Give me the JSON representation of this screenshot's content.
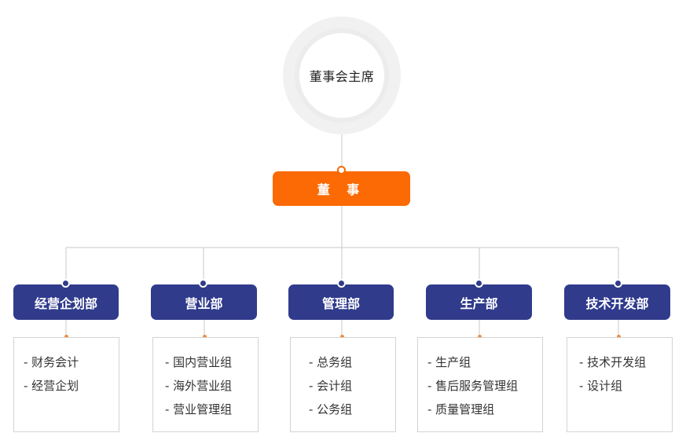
{
  "chairman": {
    "label": "董事会主席"
  },
  "director": {
    "label": "董 事"
  },
  "departments": [
    {
      "label": "经营企划部",
      "items": [
        "- 财务会计",
        "- 经营企划"
      ]
    },
    {
      "label": "营业部",
      "items": [
        "- 国内营业组",
        "- 海外营业组",
        "- 营业管理组"
      ]
    },
    {
      "label": "管理部",
      "items": [
        "- 总务组",
        "- 会计组",
        "- 公务组"
      ]
    },
    {
      "label": "生产部",
      "items": [
        "- 生产组",
        "- 售后服务管理组",
        "- 质量管理组"
      ]
    },
    {
      "label": "技术开发部",
      "items": [
        "- 技术开发组",
        "- 设计组"
      ]
    }
  ],
  "colors": {
    "director": "#fb6a04",
    "department": "#303b8c",
    "connector": "#c8c8c8",
    "accent_dot": "#f08a3c"
  }
}
